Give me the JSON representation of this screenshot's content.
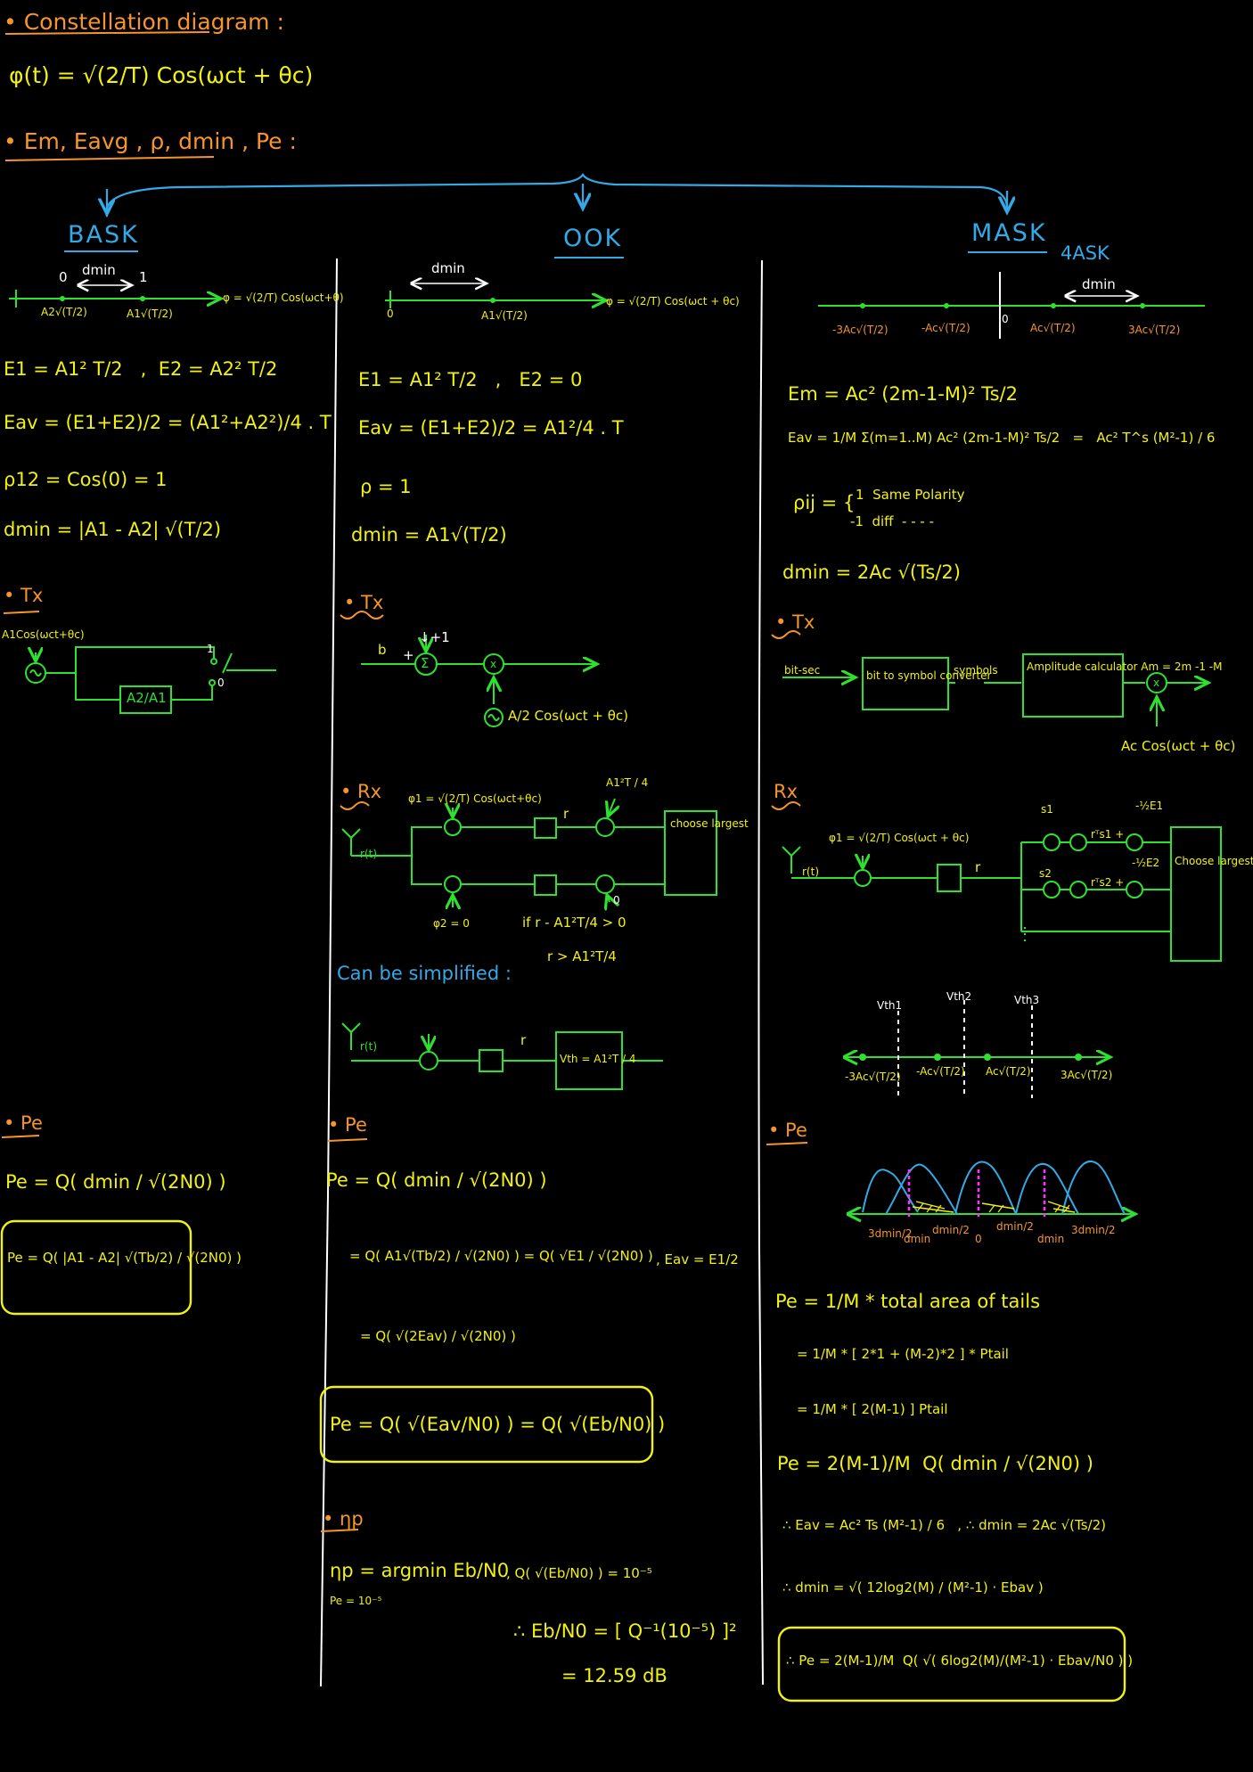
{
  "colors": {
    "bg": "#000000",
    "orange": "#f5952c",
    "yellow": "#f2f20f",
    "green": "#2fe12f",
    "blue": "#33a9e6",
    "white": "#ffffff",
    "magenta": "#ff33ff"
  },
  "header": {
    "title": "• Constellation diagram :",
    "phi": "φ(t) = √(2/T) Cos(ωct + θc)",
    "subtitle": "• Em, Eavg , ρ, dmin , Pe :"
  },
  "columns": {
    "bask": {
      "title": "BASK",
      "axis": {
        "zero": "0",
        "one": "1",
        "dmin": "dmin",
        "left_pt": "A2√(T/2)",
        "right_pt": "A1√(T/2)",
        "phi": "φ = √(2/T) Cos(ωct+θ)"
      },
      "equations": {
        "e": "E1 = A1² T/2   ,  E2 = A2² T/2",
        "eav": "Eav = (E1+E2)/2 = (A1²+A2²)/4 . T",
        "rho": "ρ12 = Cos(0) = 1",
        "dmin": "dmin = |A1 - A2| √(T/2)"
      },
      "tx": {
        "label": "• Tx",
        "source": "A1Cos(ωct+θc)",
        "block": "A2/A1",
        "one": "1",
        "zero": "0"
      },
      "pe": {
        "label": "• Pe",
        "pe1": "Pe = Q( dmin / √(2N0) )",
        "pe2": "Pe = Q( |A1 - A2| √(Tb/2) / √(2N0) )"
      }
    },
    "ook": {
      "title": "OOK",
      "axis": {
        "zero": "0",
        "dmin": "dmin",
        "pt": "A1√(T/2)",
        "phi": "φ = √(2/T) Cos(ωct + θc)"
      },
      "equations": {
        "e": "E1 = A1² T/2   ,   E2 = 0",
        "eav": "Eav = (E1+E2)/2 = A1²/4 . T",
        "rho": "ρ = 1",
        "dmin": "dmin = A1√(T/2)"
      },
      "tx": {
        "label": "• Tx",
        "b": "b",
        "plus": "+",
        "plus1": "↓+1",
        "sum": "Σ",
        "mult": "x",
        "carrier": "A/2 Cos(ωct + θc)"
      },
      "rx": {
        "label": "• Rx",
        "phi1": "φ1 = √(2/T) Cos(ωct+θc)",
        "r": "r(t)",
        "rvec": "r",
        "bias": "A1²T / 4",
        "choose": "choose largest",
        "phi2": "φ2 = 0",
        "zero": "0",
        "cond1": "if r - A1²T/4 > 0",
        "cond2": "r > A1²T/4",
        "simplified": "Can be simplified :",
        "vth": "Vth = A1²T / 4"
      },
      "pe": {
        "label": "• Pe",
        "l1": "Pe = Q( dmin / √(2N0) )",
        "l2": "= Q( A1√(Tb/2) / √(2N0) ) = Q( √E1 / √(2N0) )",
        "l2b": ", Eav = E1/2",
        "l3": "= Q( √(2Eav) / √(2N0) )",
        "l4": "Pe = Q( √(Eav/N0) ) = Q( √(Eb/N0) )"
      },
      "eta": {
        "label": "• ηp",
        "l1": "ηp = argmin Eb/N0",
        "l1b": ", Q( √(Eb/N0) ) = 10⁻⁵",
        "cond": "Pe = 10⁻⁵",
        "l2": "∴ Eb/N0 = [ Q⁻¹(10⁻⁵) ]²",
        "l3": "= 12.59 dB"
      }
    },
    "mask": {
      "title": "MASK",
      "subtitle": "4ASK",
      "axis": {
        "dmin": "dmin",
        "p1": "-3Ac√(T/2)",
        "p2": "-Ac√(T/2)",
        "p3": "Ac√(T/2)",
        "p4": "3Ac√(T/2)",
        "zero": "0"
      },
      "equations": {
        "em": "Em = Ac² (2m-1-M)² Ts/2",
        "eav": "Eav = 1/M Σ(m=1..M) Ac² (2m-1-M)² Ts/2   =   Ac² T^s (M²-1) / 6",
        "rho1": "1  Same Polarity",
        "rho2": "-1  diff  - - - -",
        "rho": "ρij = {",
        "dmin": "dmin = 2Ac √(Ts/2)"
      },
      "tx": {
        "label": "• Tx",
        "in": "bit-sec",
        "b1": "bit to symbol converter",
        "mid": "symbols",
        "b2": "Amplitude calculator Am = 2m -1 -M",
        "mult": "x",
        "carrier": "Ac Cos(ωct + θc)"
      },
      "rx": {
        "label": "Rx",
        "phi1": "φ1 = √(2/T) Cos(ωct + θc)",
        "r": "r(t)",
        "rvec": "r",
        "s1": "s1",
        "s2": "s2",
        "rs1": "rᵀs1 +",
        "rs2": "rᵀs2 +",
        "e1": "-½E1",
        "e2": "-½E2",
        "choose": "Choose largest",
        "vth1": "Vth1",
        "vth2": "Vth2",
        "vth3": "Vth3",
        "t1": "-3Ac√(T/2)",
        "t2": "-Ac√(T/2)",
        "t3": "Ac√(T/2)",
        "t4": "3Ac√(T/2)"
      },
      "pe": {
        "label": "• Pe",
        "axis_labels": [
          "3dmin/2",
          "dmin",
          "dmin/2",
          "0",
          "dmin/2",
          "dmin",
          "3dmin/2"
        ],
        "l1": "Pe = 1/M * total area of tails",
        "l2": "= 1/M * [ 2*1 + (M-2)*2 ] * Ptail",
        "l3": "= 1/M * [ 2(M-1) ] Ptail",
        "l4": "Pe = 2(M-1)/M  Q( dmin / √(2N0) )",
        "l5": "∴ Eav = Ac² Ts (M²-1) / 6   , ∴ dmin = 2Ac √(Ts/2)",
        "l6": "∴ dmin = √( 12log2(M) / (M²-1) · Ebav )",
        "l7": "∴ Pe = 2(M-1)/M  Q( √( 6log2(M)/(M²-1) · Ebav/N0 ) )"
      }
    }
  }
}
